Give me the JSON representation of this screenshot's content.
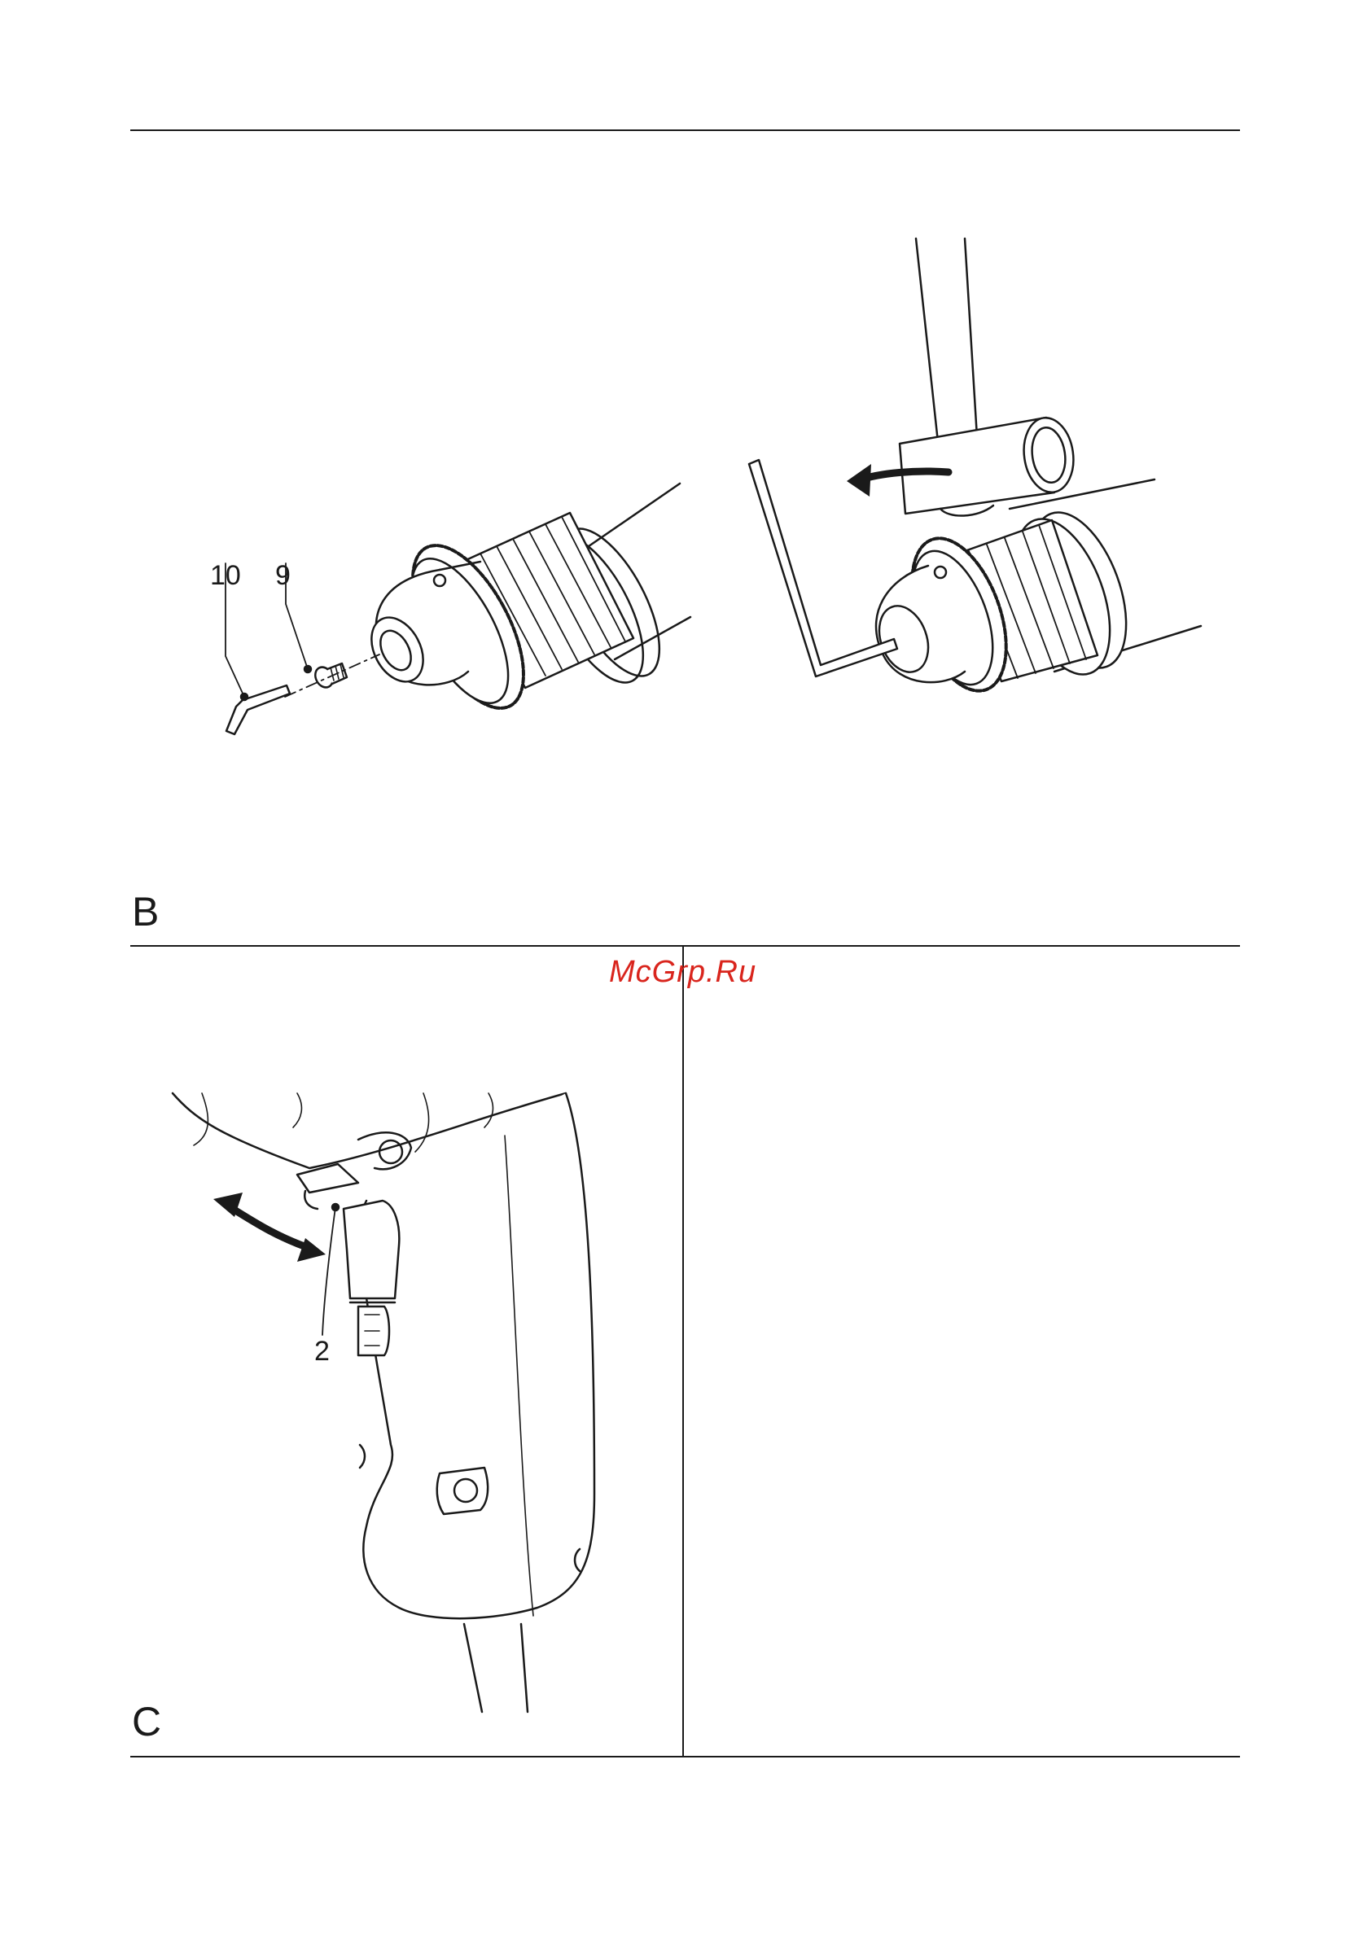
{
  "sections": [
    {
      "letter": "B"
    },
    {
      "letter": "C"
    }
  ],
  "figure_b_left": {
    "callouts": [
      "10",
      "9"
    ]
  },
  "figure_c": {
    "callouts": [
      "2"
    ]
  },
  "watermark": "McGrp.Ru",
  "colors": {
    "ink": "#1a1a1a",
    "watermark": "#d9251d"
  }
}
